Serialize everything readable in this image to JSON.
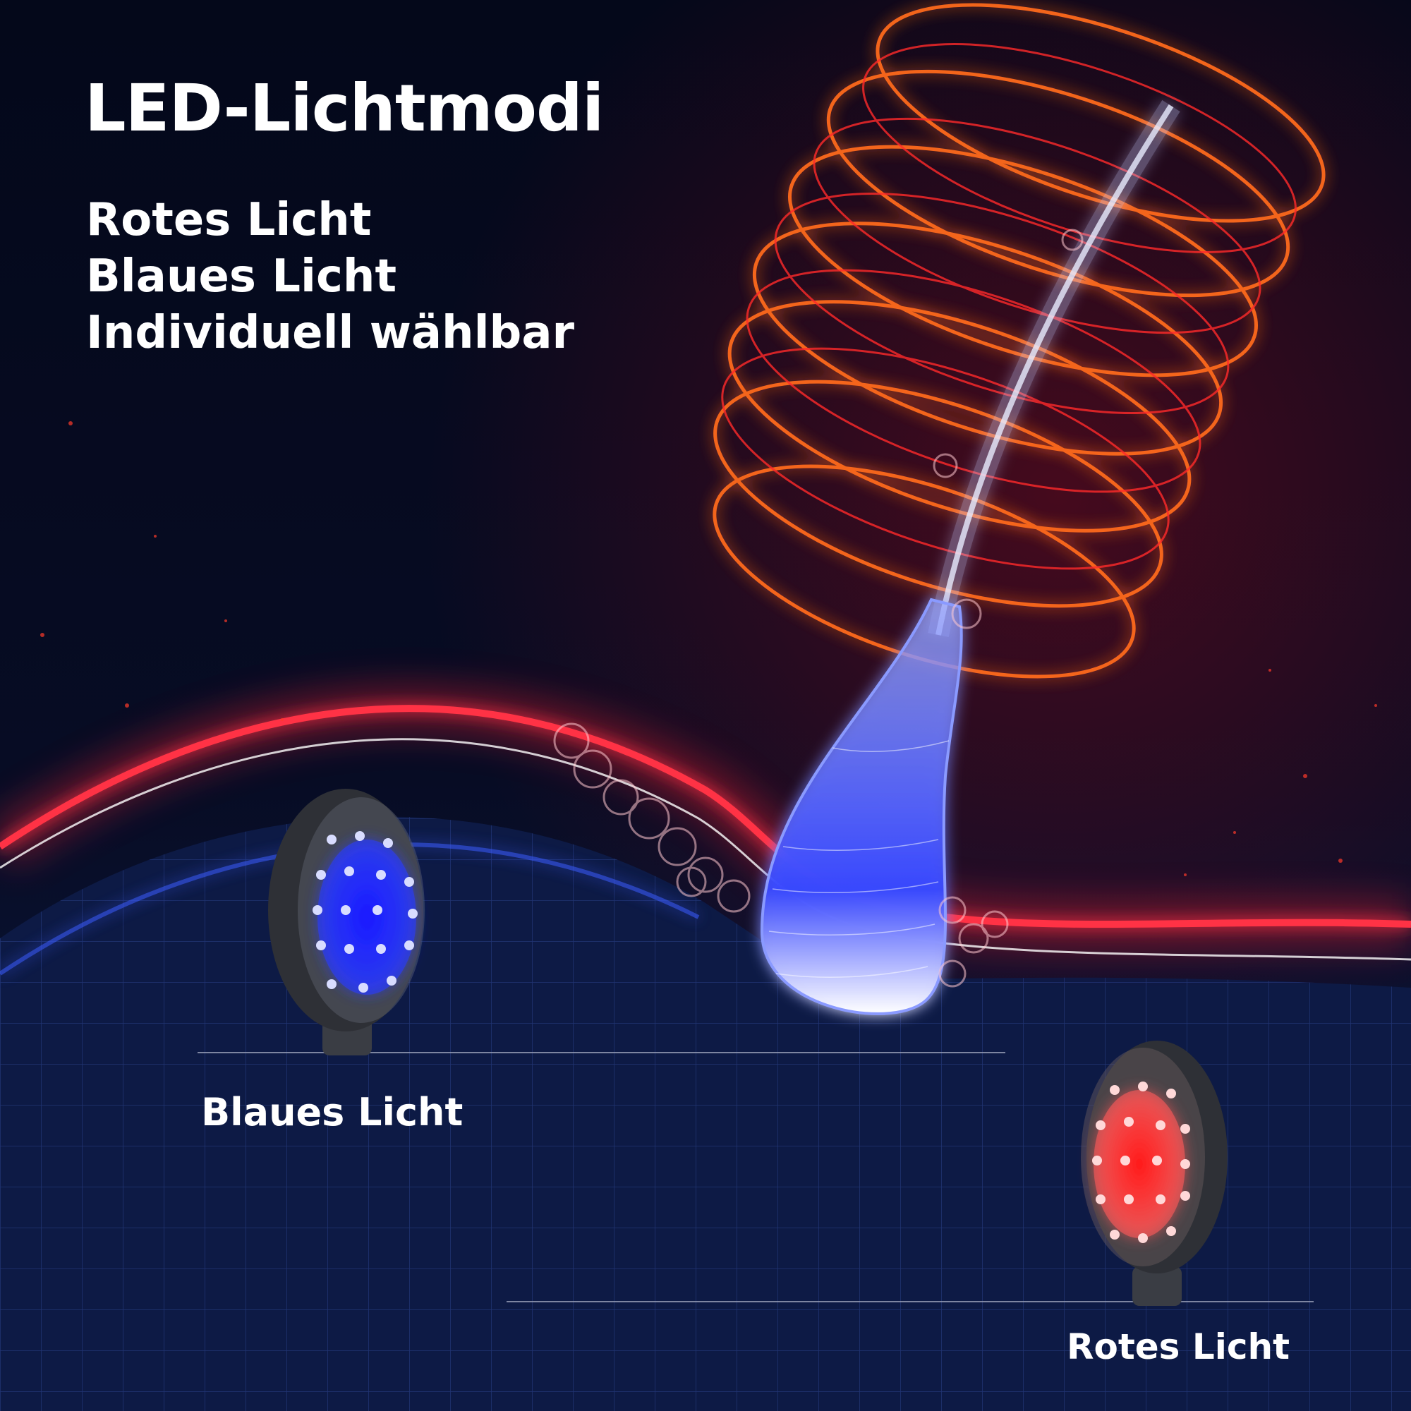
{
  "headline": "LED-Lichtmodi",
  "features": [
    "Rotes Licht",
    "Blaues Licht",
    "Individuell wählbar"
  ],
  "devices": {
    "blue": {
      "label": "Blaues Licht",
      "led_color": "#2a3cff"
    },
    "red": {
      "label": "Rotes Licht",
      "led_color": "#ff2a2a"
    }
  },
  "colors": {
    "background_top": "#04081a",
    "grid_background": "#0d1a45",
    "skin_glow": "#ff2233",
    "spiral": "#ff6a1a",
    "hair_glow": "#5a6cff"
  }
}
